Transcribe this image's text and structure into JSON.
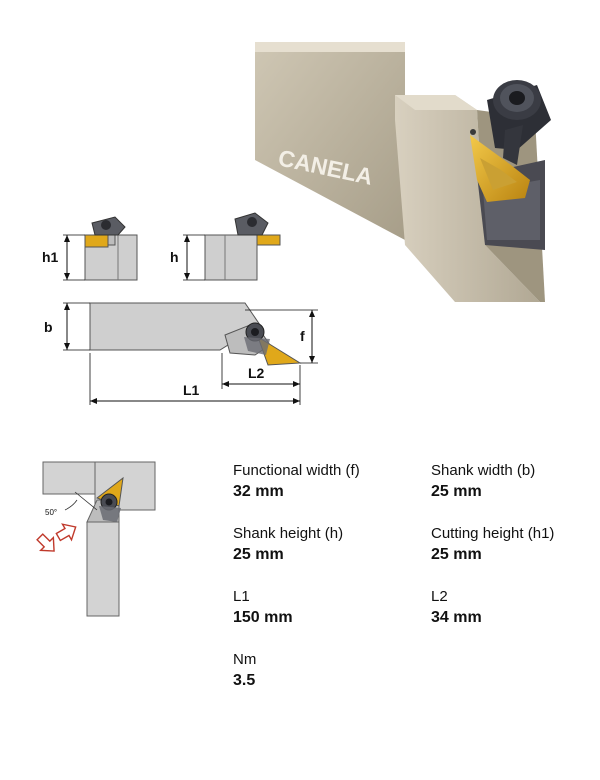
{
  "photo": {
    "brand": "CANELA"
  },
  "drawing_labels": {
    "h1": "h1",
    "h": "h",
    "b": "b",
    "f": "f",
    "L1": "L1",
    "L2": "L2"
  },
  "angle_diagram": {
    "angle": "50°"
  },
  "specs": [
    {
      "label": "Functional width (f)",
      "value": "32 mm"
    },
    {
      "label": "Shank width (b)",
      "value": "25 mm"
    },
    {
      "label": "Shank height (h)",
      "value": "25 mm"
    },
    {
      "label": "Cutting height (h1)",
      "value": "25 mm"
    },
    {
      "label": "L1",
      "value": "150 mm"
    },
    {
      "label": "L2",
      "value": "34 mm"
    },
    {
      "label": "Nm",
      "value": "3.5"
    }
  ],
  "colors": {
    "steel": "#c9c0ad",
    "insert_gold": "#e0a81a",
    "drawing_gray": "#cfcfcf",
    "arrow_red": "#c0392b"
  }
}
